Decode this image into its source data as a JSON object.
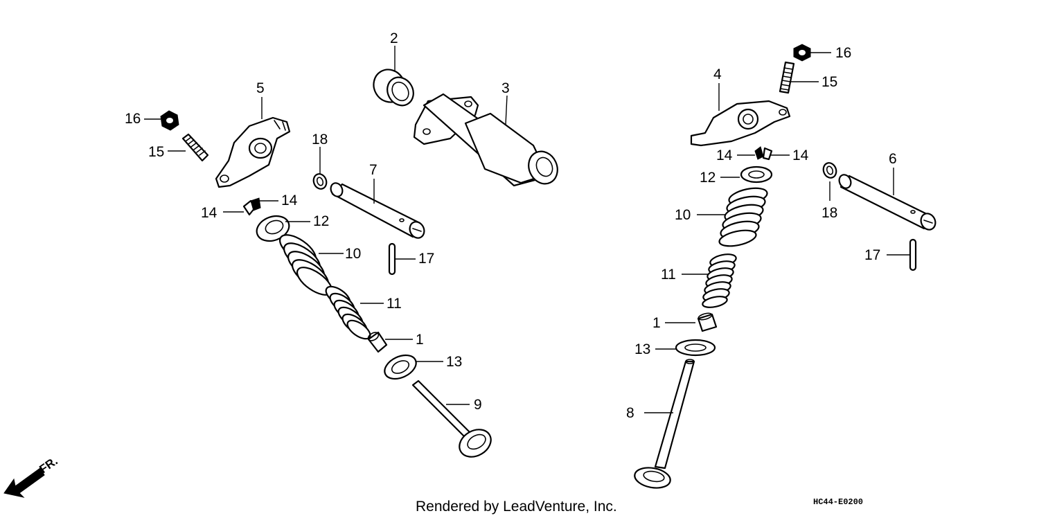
{
  "callouts": {
    "c1_left": "1",
    "c2": "2",
    "c3": "3",
    "c5": "5",
    "c7": "7",
    "c9": "9",
    "c10_left": "10",
    "c11_left": "11",
    "c12_left": "12",
    "c13_left": "13",
    "c14_left_a": "14",
    "c14_left_b": "14",
    "c15_left": "15",
    "c16_left": "16",
    "c17_left": "17",
    "c18_left": "18",
    "c1_right": "1",
    "c4": "4",
    "c6": "6",
    "c8": "8",
    "c10_right": "10",
    "c11_right": "11",
    "c12_right": "12",
    "c13_right": "13",
    "c14_right_a": "14",
    "c14_right_b": "14",
    "c15_right": "15",
    "c16_right": "16",
    "c17_right": "17",
    "c18_right": "18"
  },
  "direction_label": "FR.",
  "footer_text": "Rendered by LeadVenture, Inc.",
  "diagram_code": "HC44-E0200",
  "colors": {
    "line": "#000000",
    "background": "#ffffff"
  }
}
